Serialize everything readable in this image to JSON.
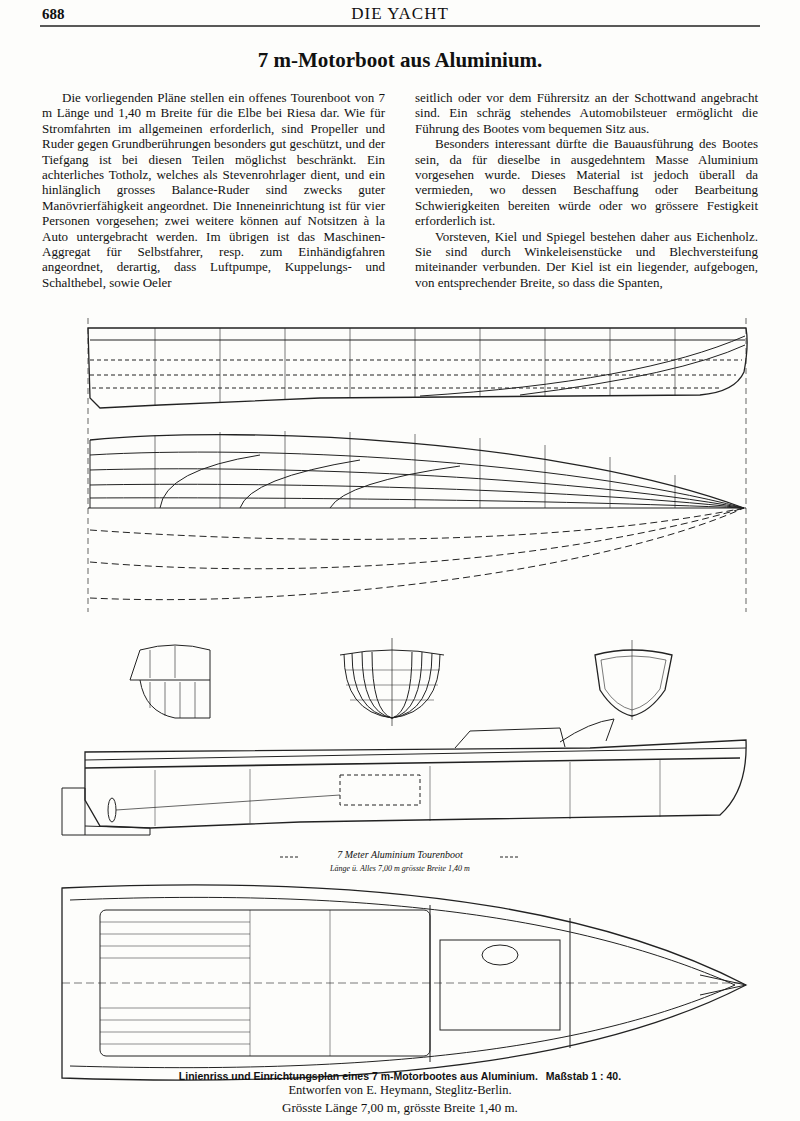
{
  "diagram": {
    "title": "7 m-Motorboot aus Aluminium.",
    "caption": "Linienriss und Einrichtungsplan eines 7 m-Motorbootes aus Aluminium.",
    "labels": [
      "688",
      "DIE YACHT",
      "Die vorliegenden Pläne stellen ein offenes Tourenboot von 7 m Länge und 1,40 m Breite für die Elbe bei Riesa dar. Wie für Stromfahrten im allgemeinen erforderlich, sind Propeller und Ruder gegen Grundberührungen besonders gut geschützt, und der Tiefgang ist bei diesen Teilen möglichst beschränkt. Ein achterliches Totholz, welches als Stevenrohrlager dient, und ein hinlänglich grosses Balance-Ruder sind zwecks guter Manövrierfähigkeit angeordnet. Die Inneneinrichtung ist für vier Personen vorgesehen; zwei weitere können auf Notsitzen à la Auto untergebracht werden. Im übrigen ist das Maschinen-Aggregat für Selbstfahrer, resp. zum Einhändigfahren angeordnet, derartig, dass Luftpumpe, Kuppelungs- und Schalthebel, sowie Oeler",
      "seitlich oder vor dem Führersitz an der Schottwand angebracht sind. Ein schräg stehendes Automobilsteuer ermöglicht die Führung des Bootes vom bequemen Sitz aus.",
      "Besonders interessant dürfte die Bauausführung des Bootes sein, da für dieselbe in ausgedehntem Masse Aluminium vorgesehen wurde. Dieses Material ist jedoch überall da vermieden, wo dessen Beschaffung oder Bearbeitung Schwierigkeiten bereiten würde oder wo grössere Festigkeit erforderlich ist.",
      "Vorsteven, Kiel und Spiegel bestehen daher aus Eichenholz. Sie sind durch Winkeleisenstücke und Blechversteifung miteinander verbunden. Der Kiel ist ein liegender, aufgebogen, von entsprechender Breite, so dass die Spanten,",
      "7 Meter Aluminium Tourenboot",
      "Länge ü. Alles 7,00 m grösste Breite 1,40 m",
      "Maßstab 1 : 40.",
      "Entworfen von E. Heymann, Steglitz-Berlin.",
      "Grösste Länge 7,00 m, grösste Breite 1,40 m."
    ]
  }
}
